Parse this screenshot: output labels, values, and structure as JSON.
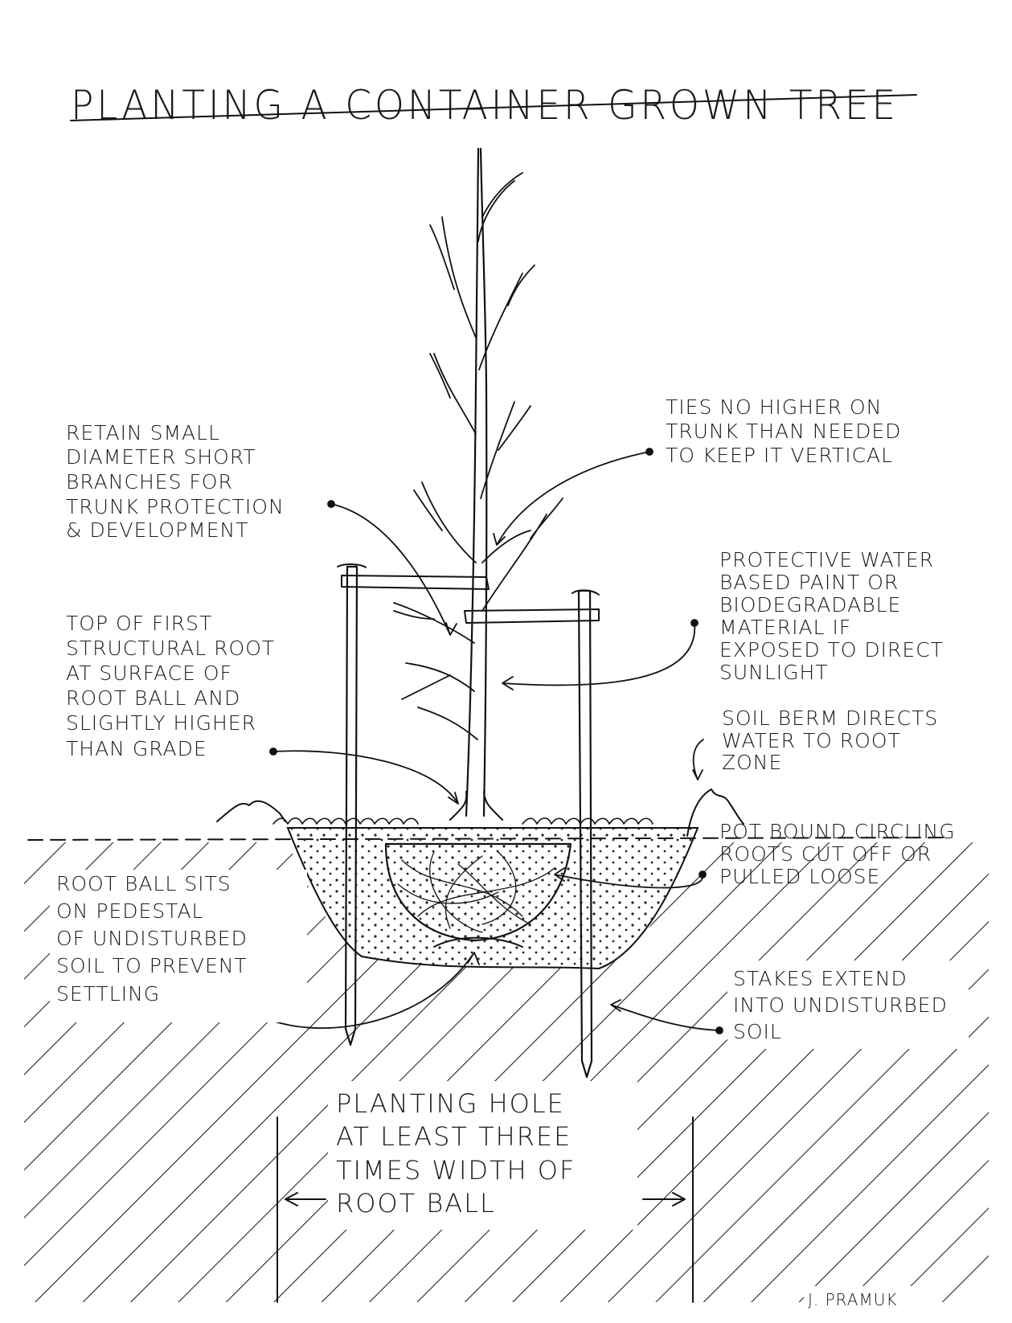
{
  "title": "PLANTING A CONTAINER GROWN TREE",
  "labels": {
    "branches": [
      "RETAIN SMALL",
      "DIAMETER SHORT",
      "BRANCHES FOR",
      "TRUNK PROTECTION",
      "& DEVELOPMENT"
    ],
    "ties": [
      "TIES NO HIGHER ON",
      "TRUNK THAN NEEDED",
      "TO KEEP IT VERTICAL"
    ],
    "paint": [
      "PROTECTIVE WATER",
      "BASED PAINT OR",
      "BIODEGRADABLE",
      "MATERIAL IF",
      "EXPOSED TO DIRECT",
      "SUNLIGHT"
    ],
    "root": [
      "TOP OF FIRST",
      "STRUCTURAL ROOT",
      "AT SURFACE OF",
      "ROOT BALL AND",
      "SLIGHTLY HIGHER",
      "THAN GRADE"
    ],
    "berm": [
      "SOIL BERM DIRECTS",
      "WATER TO ROOT",
      "ZONE"
    ],
    "potbound": [
      "POT BOUND CIRCLING",
      "ROOTS CUT OFF OR",
      "PULLED LOOSE"
    ],
    "pedestal": [
      "ROOT BALL SITS",
      "ON PEDESTAL",
      "OF UNDISTURBED",
      "SOIL TO PREVENT",
      "SETTLING"
    ],
    "stakes": [
      "STAKES EXTEND",
      "INTO UNDISTURBED",
      "SOIL"
    ],
    "hole": [
      "PLANTING HOLE",
      "AT LEAST THREE",
      "TIMES WIDTH OF",
      "ROOT BALL"
    ]
  },
  "signature": "J. PRAMUK"
}
